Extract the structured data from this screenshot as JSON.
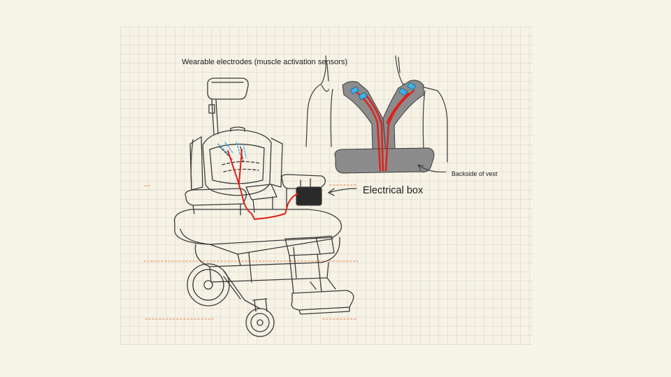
{
  "labels": {
    "electrodes": "Wearable electrodes (muscle activation sensors)",
    "electrical_box": "Electrical box",
    "vest_back": "Backside of vest"
  },
  "colors": {
    "background": "#f7f4e8",
    "line": "#3a3a3a",
    "wire": "#e0201a",
    "vest": "#8c8c8c",
    "electrode": "#3fb2e8",
    "guide": "#f0a07a"
  }
}
